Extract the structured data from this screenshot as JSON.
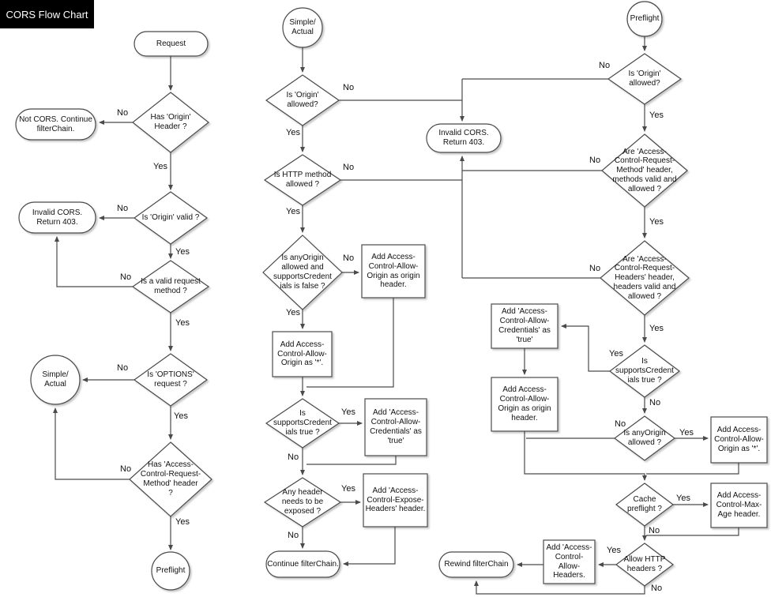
{
  "title": "CORS Flow Chart",
  "edge": {
    "yes": "Yes",
    "no": "No"
  },
  "colors": {
    "line": "#4a4a4a",
    "node_fill": "#ffffff",
    "title_bg": "#000000",
    "title_fg": "#ffffff"
  },
  "nodes": {
    "request": "Request",
    "has_origin": "Has 'Origin'\nHeader ?",
    "not_cors": "Not CORS. Continue\nfilterChain.",
    "origin_valid": "Is 'Origin' valid ?",
    "invalid_left": "Invalid CORS.\nReturn 403.",
    "valid_method": "Is a valid request\nmethod ?",
    "options_request": "Is 'OPTIONS'\nrequest ?",
    "simple_left": "Simple/\nActual",
    "has_acrm": "Has 'Access-\nControl-Request-\nMethod' header\n?",
    "preflight_left": "Preflight",
    "simple_mid": "Simple/\nActual",
    "m_origin_allowed": "Is 'Origin'\nallowed?",
    "invalid_mid": "Invalid CORS.\nReturn 403.",
    "http_method": "Is HTTP method\nallowed ?",
    "anyorigin_supports": "Is anyOrigin\nallowed and\nsupportsCredent\nials is false ?",
    "add_acao_origin_mid": "Add Access-\nControl-Allow-\nOrigin as origin\nheader.",
    "add_acao_star_mid": "Add Access-\nControl-Allow-\nOrigin as '*'.",
    "supports_cred_mid": "Is\nsupportsCredent\nials true ?",
    "add_acac_true_mid": "Add 'Access-\nControl-Allow-\nCredentials' as\n'true'",
    "any_header_exposed": "Any header\nneeds to be\nexposed ?",
    "add_aceh": "Add 'Access-\nControl-Expose-\nHeaders' header.",
    "continue_fc": "Continue filterChain.",
    "preflight_right": "Preflight",
    "r_origin_allowed": "Is 'Origin'\nallowed?",
    "acrm_valid": "Are 'Access-\nControl-Request-\nMethod' header,\nmethods valid and\nallowed ?",
    "acrh_valid": "Are 'Access-\nControl-Request-\nHeaders' header,\nheaders valid and\nallowed ?",
    "supports_cred_right": "Is\nsupportsCredent\nials true ?",
    "add_acac_true_right": "Add 'Access-\nControl-Allow-\nCredentials' as\n'true'",
    "add_acao_origin_right": "Add Access-\nControl-Allow-\nOrigin as origin\nheader.",
    "anyorigin_allowed": "Is anyOrigin\nallowed ?",
    "add_acao_star_right": "Add Access-\nControl-Allow-\nOrigin as '*'.",
    "cache_preflight": "Cache\npreflight ?",
    "add_max_age": "Add Access-\nControl-Max-\nAge header.",
    "allow_http_headers": "Allow HTTP\nheaders ?",
    "add_acah": "Add 'Access-\nControl-\nAllow-\nHeaders.",
    "rewind_fc": "Rewind filterChain"
  }
}
